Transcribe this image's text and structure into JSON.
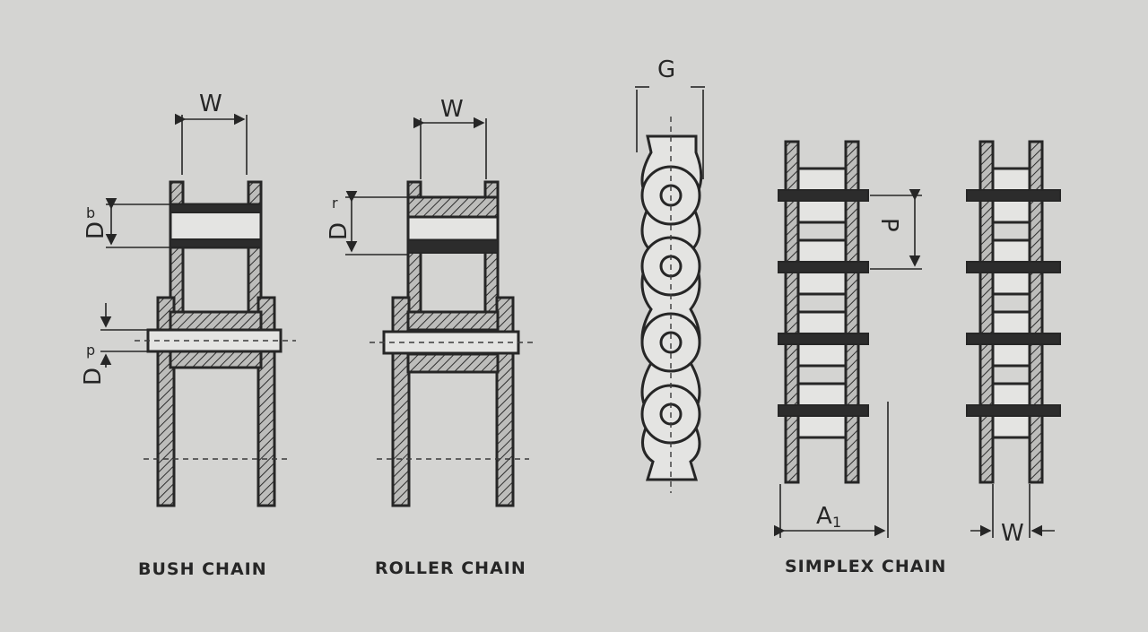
{
  "labels": {
    "bush_w": "W",
    "bush_db_main": "D",
    "bush_db_sub": "b",
    "bush_dp_main": "D",
    "bush_dp_sub": "p",
    "roller_w": "W",
    "roller_dr_main": "D",
    "roller_dr_sub": "r",
    "link_g": "G",
    "simplex_p": "P",
    "simplex_a1_main": "A",
    "simplex_a1_sub": "1",
    "simplex_w": "W"
  },
  "captions": {
    "bush": "BUSH CHAIN",
    "roller": "ROLLER CHAIN",
    "simplex": "SIMPLEX CHAIN"
  },
  "colors": {
    "paper": "#d4d4d2",
    "ink": "#262626"
  }
}
